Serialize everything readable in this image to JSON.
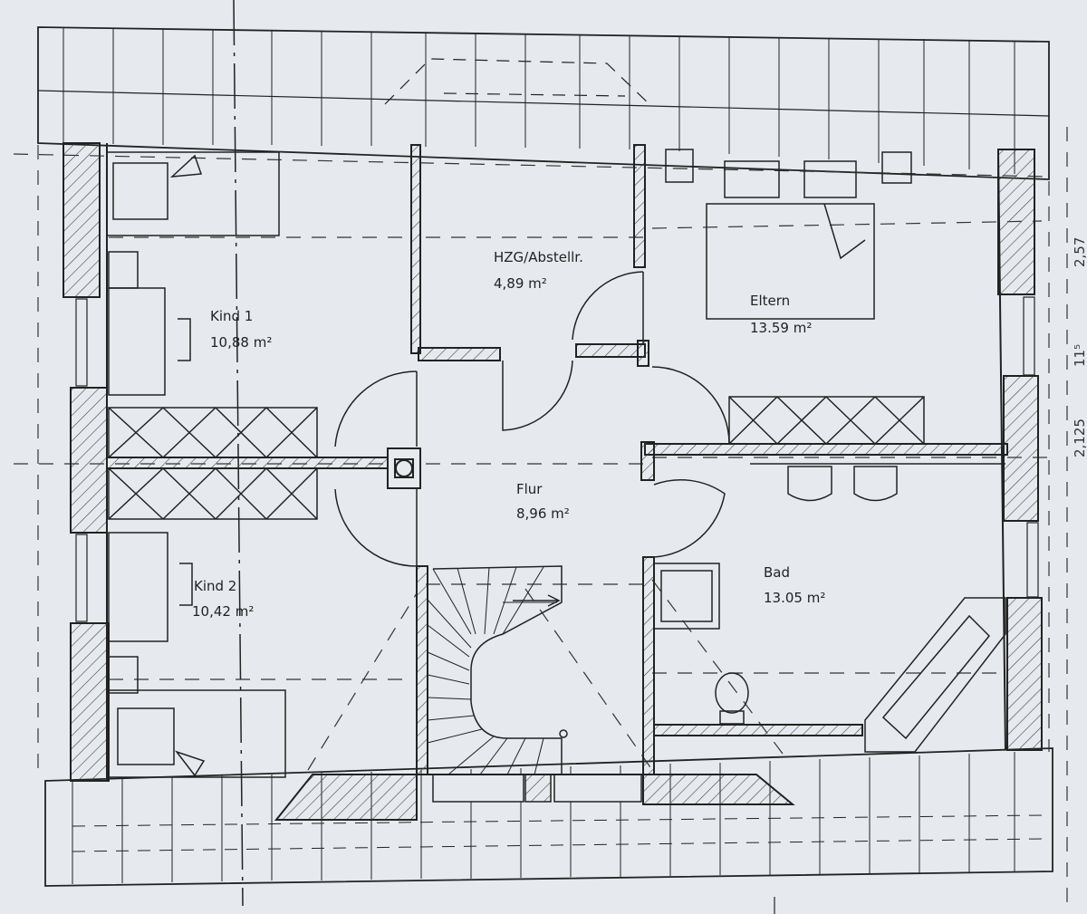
{
  "rooms": {
    "kind1": {
      "name": "Kind 1",
      "area": "10,88 m²"
    },
    "kind2": {
      "name": "Kind 2",
      "area": "10,42 m²"
    },
    "hzg": {
      "name": "HZG/Abstellr.",
      "area": "4,89 m²"
    },
    "eltern": {
      "name": "Eltern",
      "area": "13.59 m²"
    },
    "flur": {
      "name": "Flur",
      "area": "8,96 m²"
    },
    "bad": {
      "name": "Bad",
      "area": "13.05 m²"
    }
  },
  "dimensions": {
    "d1": "2,57",
    "d2": "11⁵",
    "d3": "2,125"
  },
  "colors": {
    "line": "#222222",
    "paper": "#e6eaee",
    "hatch": "#444444"
  }
}
